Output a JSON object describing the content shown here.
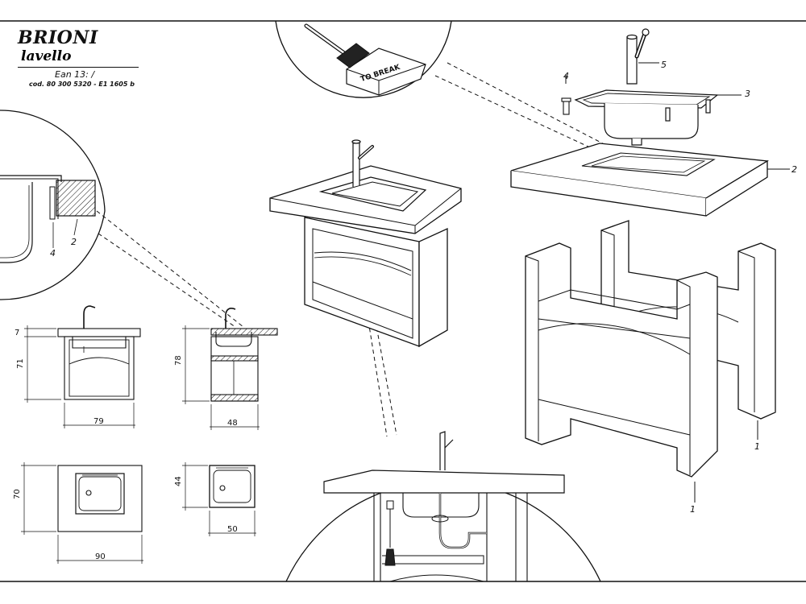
{
  "header": {
    "title": "BRIONI",
    "subtitle": "lavello",
    "ean": "Ean 13: /",
    "code": "cod. 80 300 5320 - E1 1605 b"
  },
  "callout": {
    "break_label": "TO BREAK"
  },
  "parts": {
    "p1": "1",
    "p1b": "1",
    "p2": "2",
    "p3": "3",
    "p4": "4",
    "p5": "5"
  },
  "detail": {
    "label_4": "4",
    "label_2": "2"
  },
  "dimensions": {
    "front_height_top": "7",
    "front_height_body": "71",
    "front_width": "79",
    "side_height": "78",
    "side_depth": "48",
    "top_depth": "70",
    "top_width": "90",
    "basin_depth": "44",
    "basin_width": "50"
  }
}
